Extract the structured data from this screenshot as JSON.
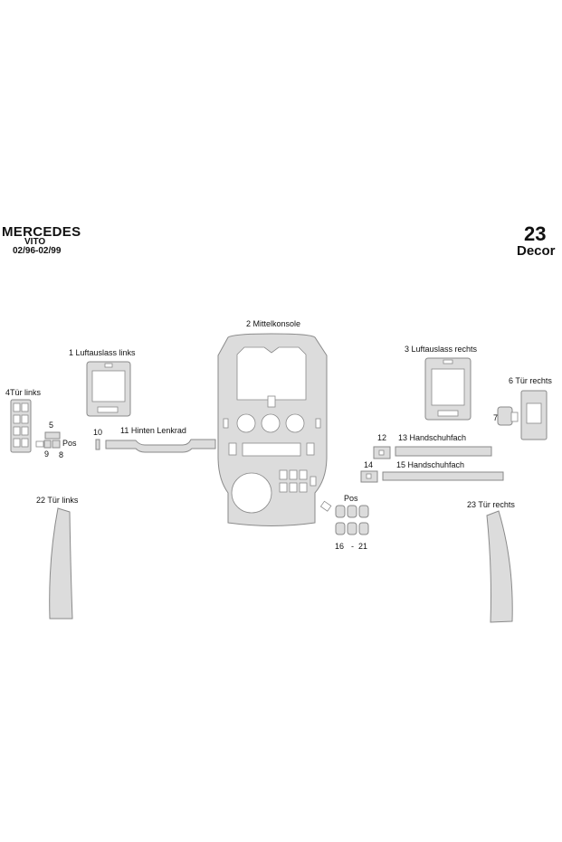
{
  "header": {
    "brand": "MERCEDES",
    "model": "VITO",
    "years": "02/96-02/99",
    "piece_count": "23",
    "kit_type": "Decor"
  },
  "labels": {
    "l1": "1  Luftauslass links",
    "l2": "2  Mittelkonsole",
    "l3": "3 Luftauslass rechts",
    "l4": "4Tür links",
    "l5": "5",
    "l6": "6  Tür rechts",
    "l7": "7",
    "l8": "8",
    "l9": "9",
    "l10": "10",
    "l11": "11   Hinten Lenkrad",
    "l12": "12",
    "l13": "13   Handschuhfach",
    "l14": "14",
    "l15": "15   Handschuhfach",
    "l16": "16",
    "l16_21_sep": "-",
    "l21": "21",
    "l22": "22   Tür links",
    "l23": "23   Tür rechts",
    "pos_left": "Pos",
    "pos_center": "Pos"
  },
  "colors": {
    "piece_fill": "#dcdcdc",
    "piece_stroke": "#8a8a8a",
    "background": "#ffffff"
  }
}
